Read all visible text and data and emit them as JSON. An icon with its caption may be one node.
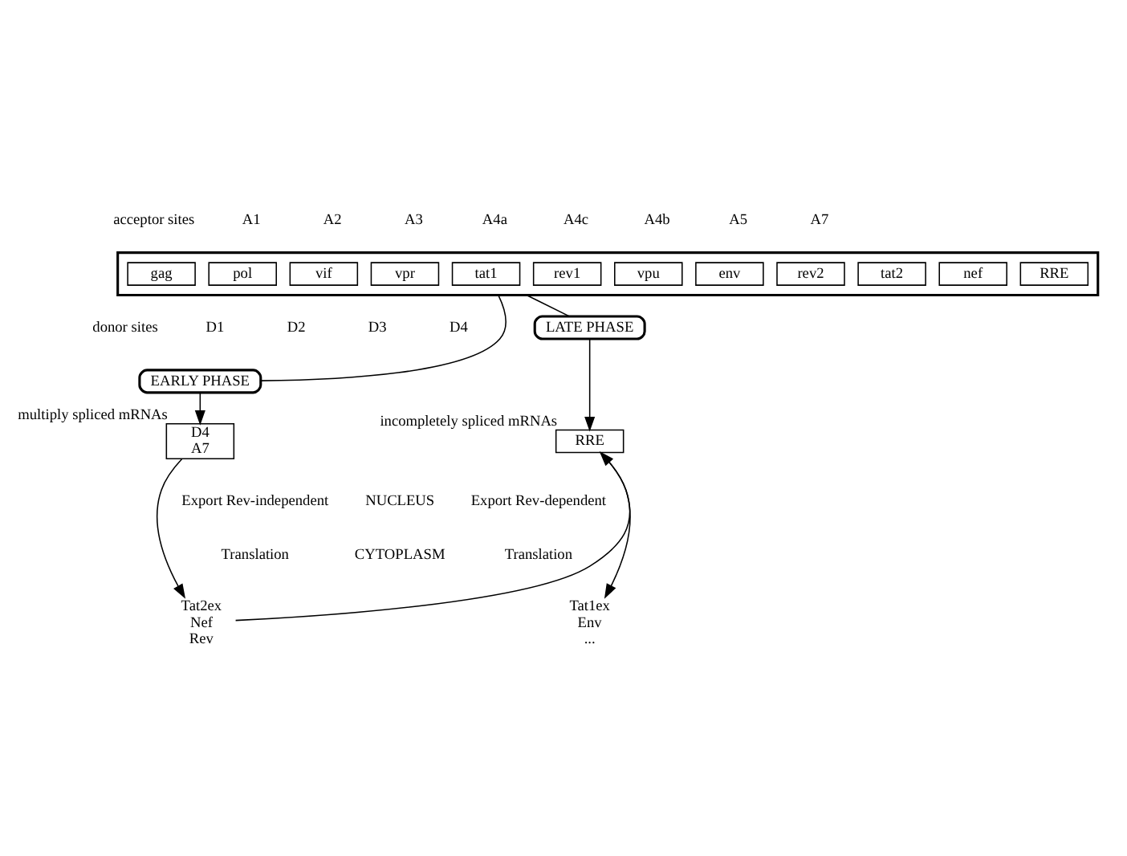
{
  "diagram": {
    "nodes": [
      {
        "text": [],
        "shape": "bar"
      },
      {
        "text": [
          "gag"
        ],
        "in": 0
      },
      {
        "text": [
          "pol"
        ],
        "in": 0
      },
      {
        "text": [
          "vif"
        ],
        "in": 0
      },
      {
        "text": [
          "vpr"
        ],
        "in": 0
      },
      {
        "text": [
          "tat1"
        ],
        "in": 0
      },
      {
        "text": [
          "rev1"
        ],
        "in": 0
      },
      {
        "text": [
          "vpu"
        ],
        "in": 0
      },
      {
        "text": [
          "env"
        ],
        "in": 0
      },
      {
        "text": [
          "rev2"
        ],
        "in": 0
      },
      {
        "text": [
          "tat2"
        ],
        "in": 0
      },
      {
        "text": [
          "nef"
        ],
        "in": 0
      },
      {
        "text": [
          "RRE"
        ],
        "in": 0
      },
      {
        "text": [
          "EARLY PHASE"
        ]
      },
      {
        "text": [
          "LATE PHASE"
        ]
      },
      {
        "text": [
          "D4",
          "A7"
        ],
        "beside": [
          "multiply spliced mRNAs"
        ]
      },
      {
        "text": [
          "RRE"
        ],
        "beside": [
          "incompletely spliced mRNAs"
        ]
      },
      {
        "text": [
          "Tat2ex",
          "Nef",
          "Rev"
        ]
      },
      {
        "text": [
          "Tat1ex",
          "Env",
          "..."
        ]
      }
    ],
    "edges": [
      {
        "from": 0,
        "to": 13,
        "arrow": "none"
      },
      {
        "from": 13,
        "to": 15,
        "arrow": "to"
      },
      {
        "from": 0,
        "to": 14,
        "arrow": "none"
      },
      {
        "from": 14,
        "to": 16,
        "arrow": "to"
      },
      {
        "from": 15,
        "to": 17,
        "arrow": "to"
      },
      {
        "from": 16,
        "to": 18,
        "arrow": "to"
      },
      {
        "from": 17,
        "to": 16,
        "arrow": "to"
      }
    ],
    "labels": [
      "acceptor sites",
      "A1",
      "A2",
      "A3",
      "A4a",
      "A4c",
      "A4b",
      "A5",
      "A7",
      "donor sites",
      "D1",
      "D2",
      "D3",
      "D4",
      "Export Rev-independent",
      "NUCLEUS",
      "Export Rev-dependent",
      "Translation",
      "CYTOPLASM",
      "Translation"
    ]
  }
}
